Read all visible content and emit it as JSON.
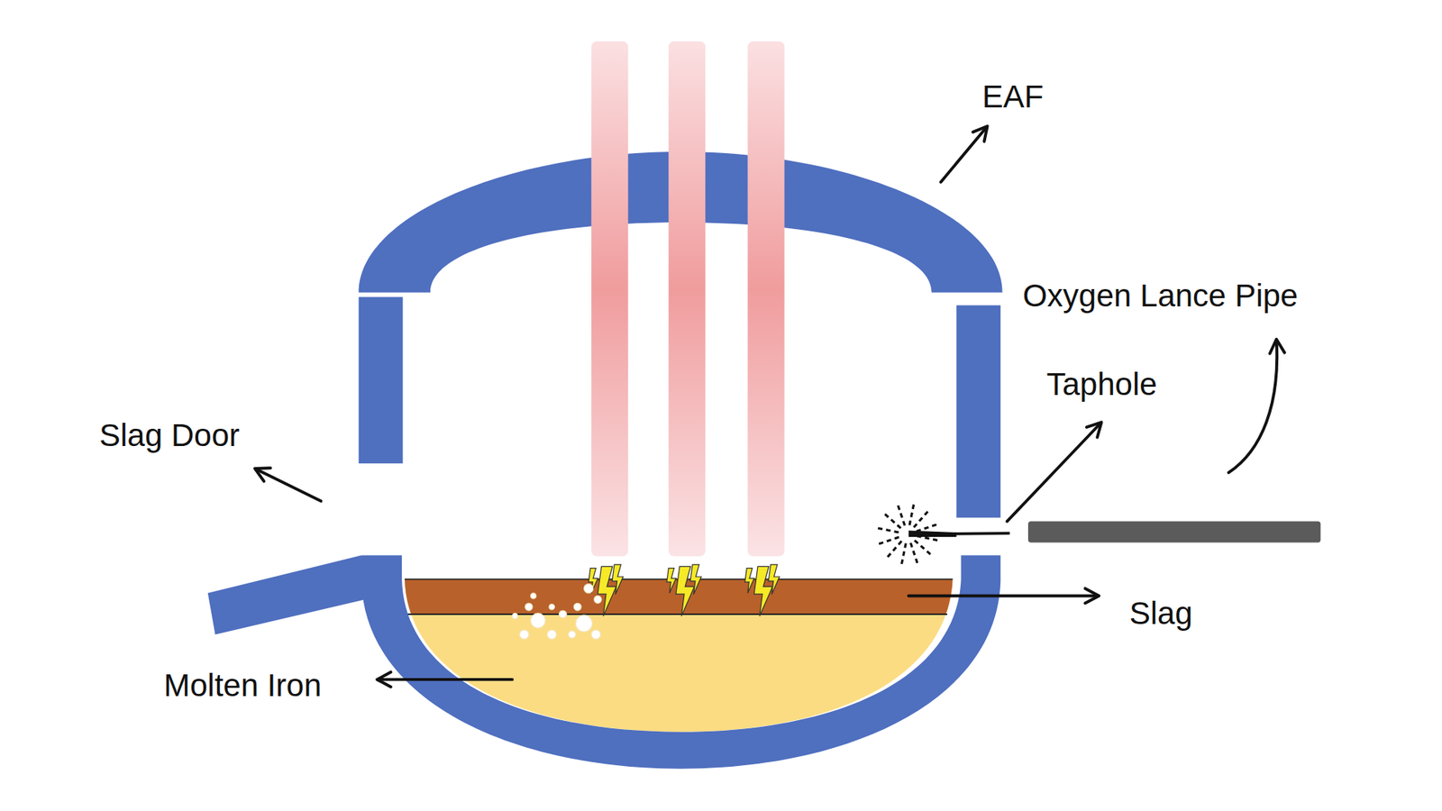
{
  "diagram": {
    "labels": [
      "EAF",
      "Oxygen Lance Pipe",
      "Taphole",
      "Slag Door",
      "Slag",
      "Molten Iron"
    ]
  }
}
